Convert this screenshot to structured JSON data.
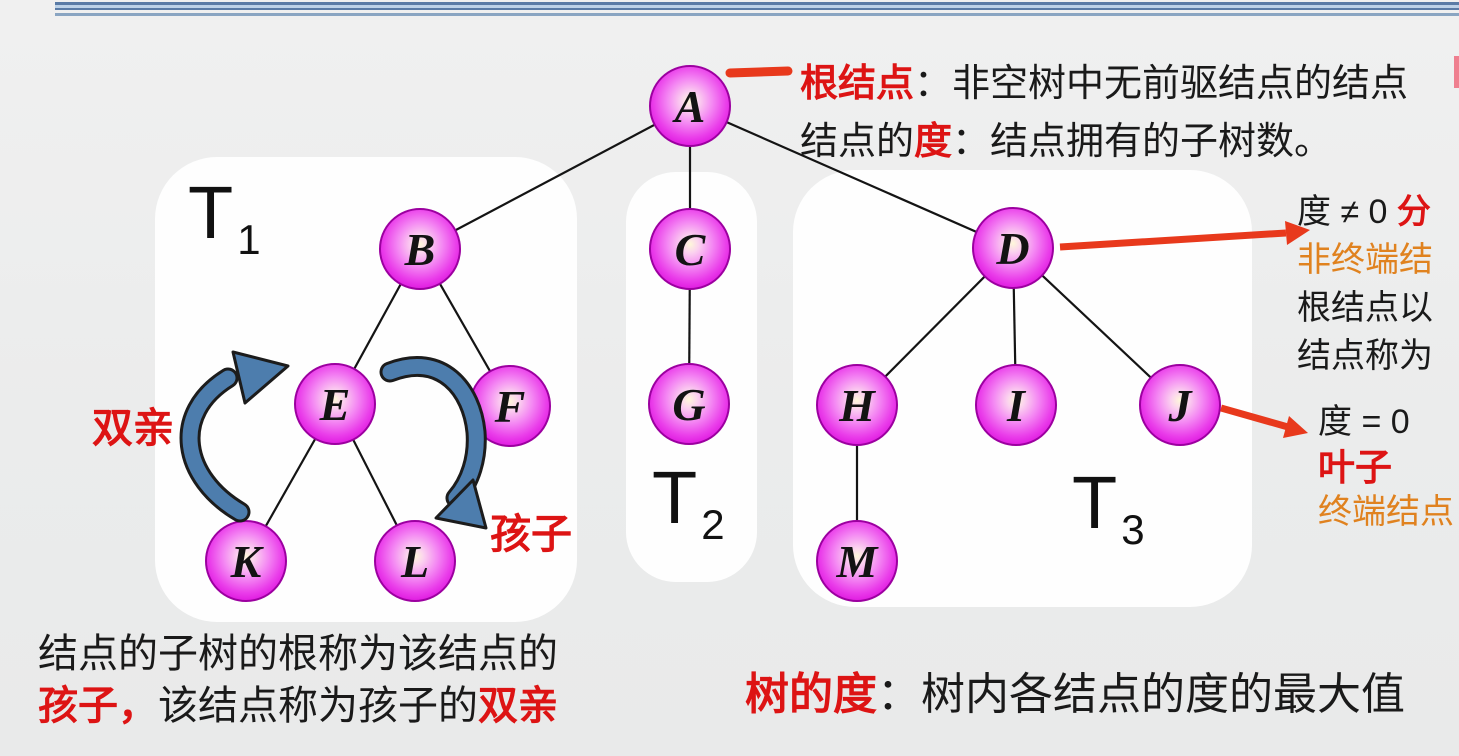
{
  "annotations": {
    "root_note": {
      "term": "根结点",
      "sep": "：",
      "body": "非空树中无前驱结点的结点"
    },
    "degree_note": {
      "pre": "结点的",
      "term": "度",
      "sep": "：",
      "body": "结点拥有的子树数。"
    },
    "branch_note": {
      "line1_plain": "度 ≠ 0 ",
      "line1_em": "分",
      "line2": "非终端结",
      "line3": "根结点以",
      "line4": "结点称为"
    },
    "leaf_note": {
      "line1": "度 = 0",
      "line2": "叶子",
      "line3": "终端结点"
    },
    "parent_label": "双亲",
    "child_label": "孩子",
    "children_def": {
      "line1": "结点的子树的根称为该结点的",
      "line2_em1": "孩子，",
      "line2_plain": "该结点称为孩子的",
      "line2_em2": "双亲"
    },
    "tree_degree_def": {
      "term": "树的度",
      "sep": "：",
      "body": "树内各结点的度的最大值"
    }
  },
  "trees": [
    {
      "label_base": "T",
      "label_sub": "1",
      "members": [
        "B",
        "E",
        "F",
        "K",
        "L"
      ]
    },
    {
      "label_base": "T",
      "label_sub": "2",
      "members": [
        "C",
        "G"
      ]
    },
    {
      "label_base": "T",
      "label_sub": "3",
      "members": [
        "D",
        "H",
        "I",
        "J",
        "M"
      ]
    }
  ],
  "graph": {
    "root": "A",
    "nodes": [
      "A",
      "B",
      "C",
      "D",
      "E",
      "F",
      "G",
      "H",
      "I",
      "J",
      "K",
      "L",
      "M"
    ],
    "edges": [
      [
        "A",
        "B"
      ],
      [
        "A",
        "C"
      ],
      [
        "A",
        "D"
      ],
      [
        "B",
        "E"
      ],
      [
        "B",
        "F"
      ],
      [
        "E",
        "K"
      ],
      [
        "E",
        "L"
      ],
      [
        "C",
        "G"
      ],
      [
        "D",
        "H"
      ],
      [
        "D",
        "I"
      ],
      [
        "D",
        "J"
      ],
      [
        "H",
        "M"
      ]
    ]
  },
  "colors": {
    "node_fill": "#dd12de",
    "node_highlight": "#fef8da",
    "emphasis_red": "#dd1414",
    "emphasis_orange": "#e0821f",
    "arrow_red": "#e8391c",
    "arrow_blue": "#4d7dad",
    "text_black": "#1a1a1a",
    "rule_dark_blue": "#5a7ba6",
    "rule_light_blue": "#bdd2e8"
  }
}
